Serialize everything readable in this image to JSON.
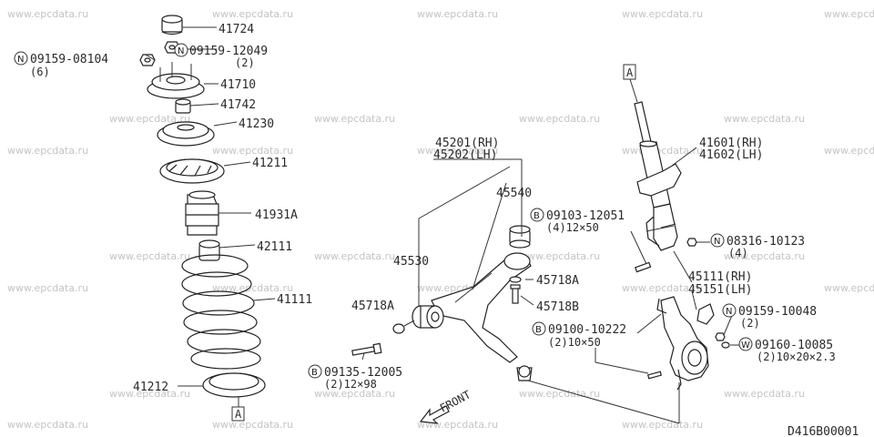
{
  "watermark": "www.epcdata.ru",
  "parts": {
    "p41724": "41724",
    "p41710": "41710",
    "p41742": "41742",
    "p41230": "41230",
    "p41211": "41211",
    "p41931A": "41931A",
    "p42111": "42111",
    "p41111": "41111",
    "p41212": "41212",
    "p45201": "45201(RH)",
    "p45202": "45202(LH)",
    "p45540": "45540",
    "p45530": "45530",
    "p45718A_r": "45718A",
    "p45718B": "45718B",
    "p45718A_l": "45718A",
    "p41601": "41601(RH)",
    "p41602": "41602(LH)",
    "p45111": "45111(RH)",
    "p45151": "45151(LH)"
  },
  "fasteners": {
    "f09159_08104": {
      "prefix": "N",
      "code": "09159-08104",
      "qty": "(6)"
    },
    "f09159_12049": {
      "prefix": "N",
      "code": "09159-12049",
      "qty": "(2)"
    },
    "f09103_12051": {
      "prefix": "B",
      "code": "09103-12051",
      "qty": "(4)12×50"
    },
    "f08316_10123": {
      "prefix": "N",
      "code": "08316-10123",
      "qty": "(4)"
    },
    "f09159_10048": {
      "prefix": "N",
      "code": "09159-10048",
      "qty": "(2)"
    },
    "f09100_10222": {
      "prefix": "B",
      "code": "09100-10222",
      "qty": "(2)10×50"
    },
    "f09160_10085": {
      "prefix": "W",
      "code": "09160-10085",
      "qty": "(2)10×20×2.3"
    },
    "f09135_12005": {
      "prefix": "B",
      "code": "09135-12005",
      "qty": "(2)12×98"
    }
  },
  "ref_markers": {
    "upper": "A",
    "lower": "A"
  },
  "front_label": "FRONT",
  "diagram_code": "D416B00001"
}
